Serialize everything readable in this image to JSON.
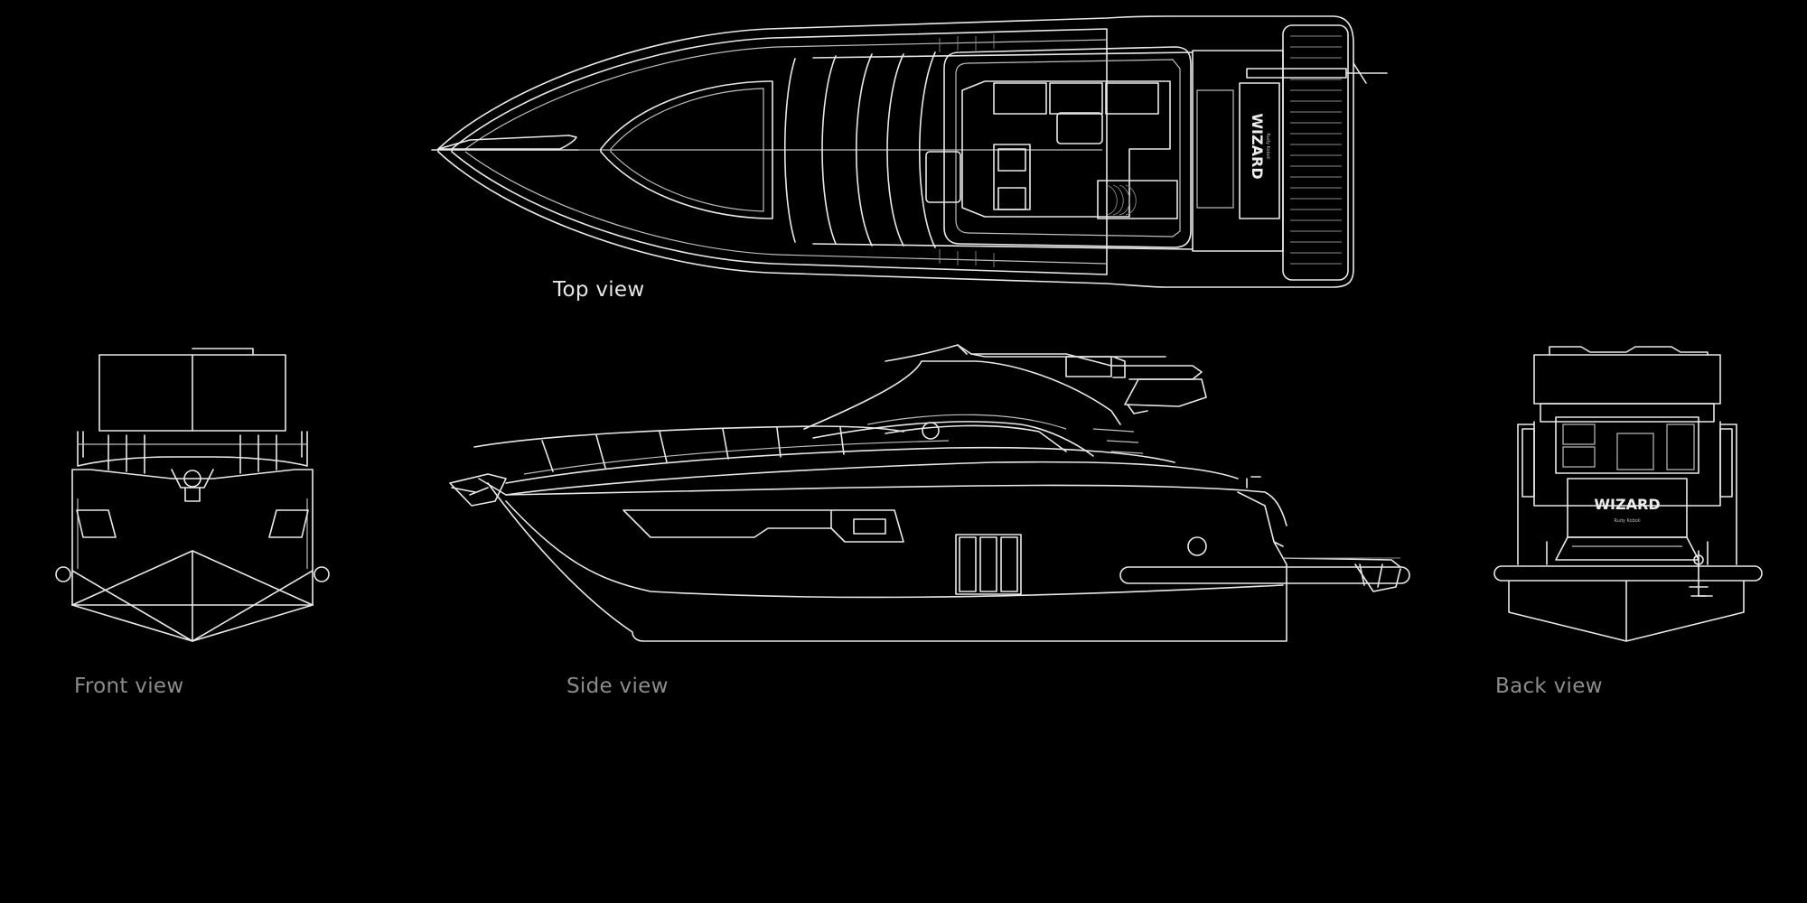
{
  "views": {
    "top": "Top view",
    "front": "Front view",
    "side": "Side view",
    "back": "Back view"
  },
  "brand": {
    "name": "WIZARD",
    "sub": "Rudy Koboli"
  },
  "colors": {
    "background": "#000000",
    "line": "#e8e8e8",
    "label_primary": "#e6e6e6",
    "label_secondary": "#8c8c8c"
  }
}
